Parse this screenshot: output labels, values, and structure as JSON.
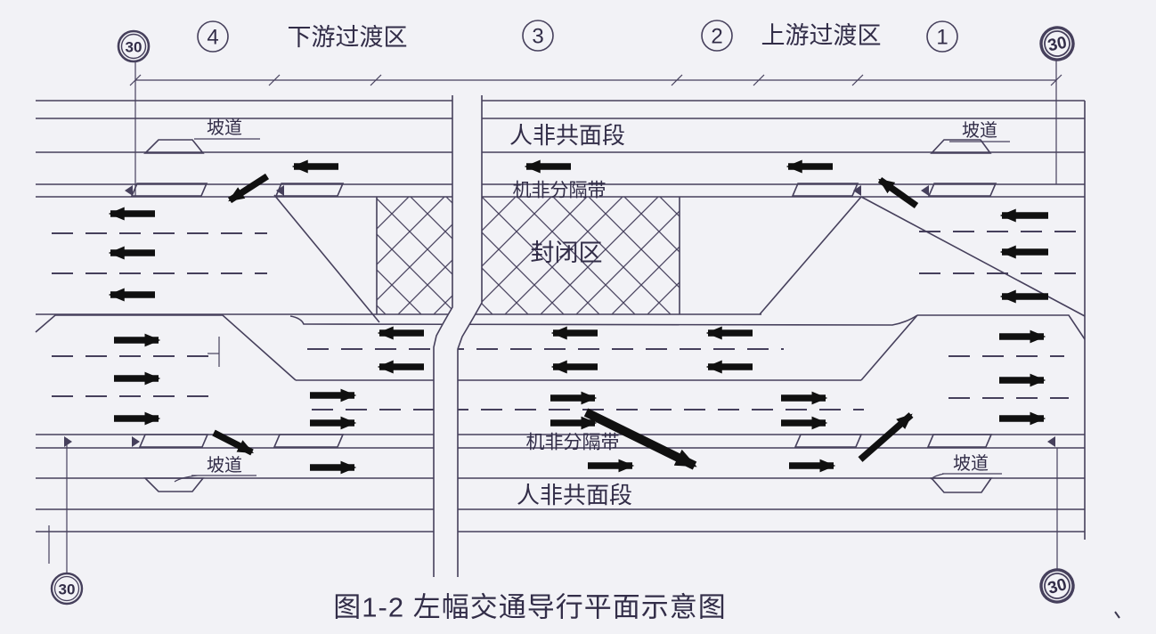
{
  "figure": {
    "title": "图1-2  左幅交通导行平面示意图"
  },
  "speed_sign": {
    "value": "30"
  },
  "dimension_zones": {
    "zone4": {
      "number": "4",
      "label": "下游过渡区"
    },
    "zone3": {
      "number": "3"
    },
    "zone2": {
      "number": "2",
      "label": "上游过渡区"
    },
    "zone1": {
      "number": "1"
    }
  },
  "road_labels": {
    "ramp": "坡道",
    "pedestrian_nonmotor_section": "人非共面段",
    "motor_nonmotor_divider": "机非分隔带",
    "closed_area": "封闭区"
  },
  "colors": {
    "line": "#46405c",
    "text": "#322d48",
    "arrow": "#101010",
    "background": "#f2f2f6",
    "hatch": "#4a4460"
  }
}
